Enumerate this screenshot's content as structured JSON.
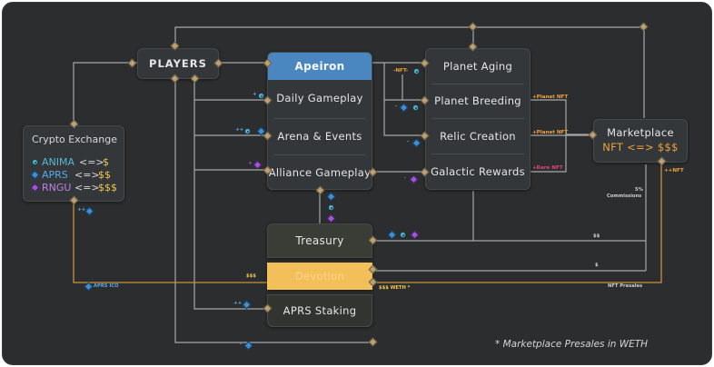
{
  "colors": {
    "background": "#2b2d2e",
    "box": "#33373a",
    "wire": "#a7a9ab",
    "wire_gold": "#c8923b",
    "header_blue": "#4a86bf",
    "treasury": "#3a3d35",
    "highlight": "#f3bf5a",
    "text_orange": "#f0a23b",
    "text_blue": "#5aa8ea",
    "text_purple": "#c07fe9",
    "text_yellow": "#f2c94c",
    "text_red": "#e0457b"
  },
  "players": {
    "label": "PLAYERS"
  },
  "crypto_exchange": {
    "title": "Crypto Exchange",
    "rows": [
      {
        "icon": "anima-coin-icon",
        "token": "ANIMA",
        "arrow": "<=>",
        "price": "$"
      },
      {
        "icon": "aprs-diamond-icon",
        "token": "APRS",
        "arrow": "<=>",
        "price": "$$"
      },
      {
        "icon": "rngu-gem-icon",
        "token": "RNGU",
        "arrow": "<=>",
        "price": "$$$"
      }
    ]
  },
  "apeiron": {
    "title": "Apeiron",
    "items": [
      "Daily Gameplay",
      "Arena & Events",
      "Alliance Gameplay"
    ]
  },
  "planet": {
    "items": [
      "Planet Aging",
      "Planet Breeding",
      "Relic Creation",
      "Galactic Rewards"
    ]
  },
  "marketplace": {
    "title": "Marketplace",
    "subtitle": "NFT <=> $$$"
  },
  "bottom": {
    "treasury": "Treasury",
    "highlighted": "Devotion",
    "staking": "APRS Staking"
  },
  "labels": {
    "plus_a": "+",
    "plus_b": "++",
    "plus_c": "+",
    "nft": "-NFT-",
    "minus_a": "-",
    "minus_b": "-",
    "minus_c": "-",
    "plus_planet_nft_1": "+Planet NFT",
    "plus_planet_nft_2": "+Planet NFT",
    "plus_rare_nft": "+Rare NFT",
    "plus_plus_nft": "++NFT",
    "commission_pct": "5%",
    "commissions": "Commissions",
    "ss1": "$$",
    "ss2": "$",
    "sss": "$$$",
    "sss_weth": "$$$ WETH *",
    "aprs_ico": "APRS ICO",
    "nft_presales": "NFT Presales",
    "plus_plus_2": "++",
    "plus_plus_3": "++",
    "minus_d": "-"
  },
  "footnote": "* Marketplace Presales in WETH"
}
